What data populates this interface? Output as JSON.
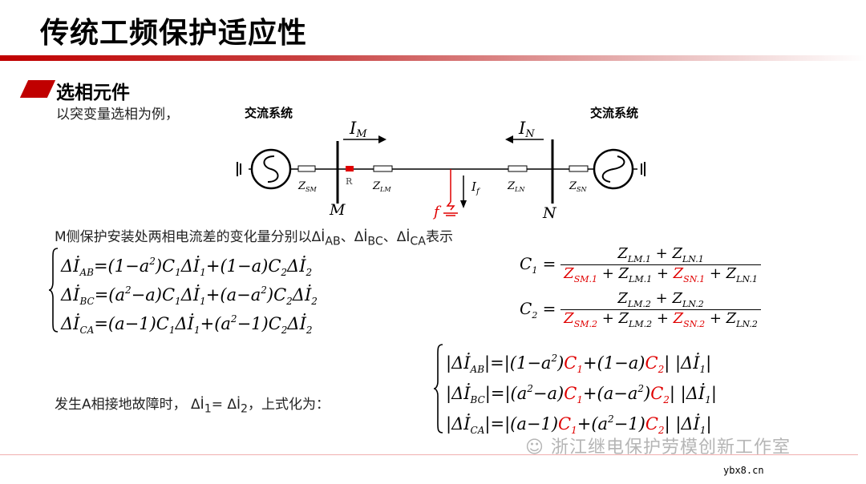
{
  "title": "传统工频保护适应性",
  "section_title": "选相元件",
  "intro": "以突变量选相为例，",
  "diagram": {
    "system_left": "交流系统",
    "system_right": "交流系统",
    "IM": "I",
    "IM_sub": "M",
    "IN": "I",
    "IN_sub": "N",
    "If": "I",
    "If_sub": "f",
    "ZSM": "Z",
    "ZSM_sub": "SM",
    "ZLM": "Z",
    "ZLM_sub": "LM",
    "ZLN": "Z",
    "ZLN_sub": "LN",
    "ZSN": "Z",
    "ZSN_sub": "SN",
    "R": "R",
    "M": "M",
    "N": "N",
    "f": "f",
    "colors": {
      "fault": "#e00000",
      "relay": "#e00000"
    }
  },
  "m_side_text": [
    [
      "M侧保护安装处两相电流差的变化量分别以Δİ",
      "n"
    ],
    [
      "AB",
      "sub"
    ],
    [
      "、Δİ",
      "n"
    ],
    [
      "BC",
      "sub"
    ],
    [
      "、Δİ",
      "n"
    ],
    [
      "CA",
      "sub"
    ],
    [
      "表示",
      "n"
    ]
  ],
  "equations_left": [
    [
      [
        "Δİ",
        "n"
      ],
      [
        "AB",
        "sub"
      ],
      [
        "=(1−a",
        "n"
      ],
      [
        "2",
        "sup"
      ],
      [
        ")C",
        "n"
      ],
      [
        "1",
        "sub"
      ],
      [
        "Δİ",
        "n"
      ],
      [
        "1",
        "sub"
      ],
      [
        "+(1−a)C",
        "n"
      ],
      [
        "2",
        "sub"
      ],
      [
        "Δİ",
        "n"
      ],
      [
        "2",
        "sub"
      ]
    ],
    [
      [
        "Δİ",
        "n"
      ],
      [
        "BC",
        "sub"
      ],
      [
        "=(a",
        "n"
      ],
      [
        "2",
        "sup"
      ],
      [
        "−a)C",
        "n"
      ],
      [
        "1",
        "sub"
      ],
      [
        "Δİ",
        "n"
      ],
      [
        "1",
        "sub"
      ],
      [
        "+(a−a",
        "n"
      ],
      [
        "2",
        "sup"
      ],
      [
        ")C",
        "n"
      ],
      [
        "2",
        "sub"
      ],
      [
        "Δİ",
        "n"
      ],
      [
        "2",
        "sub"
      ]
    ],
    [
      [
        "Δİ",
        "n"
      ],
      [
        "CA",
        "sub"
      ],
      [
        "=(a−1)C",
        "n"
      ],
      [
        "1",
        "sub"
      ],
      [
        "Δİ",
        "n"
      ],
      [
        "1",
        "sub"
      ],
      [
        "+(a",
        "n"
      ],
      [
        "2",
        "sup"
      ],
      [
        "−1)C",
        "n"
      ],
      [
        "2",
        "sub"
      ],
      [
        "Δİ",
        "n"
      ],
      [
        "2",
        "sub"
      ]
    ]
  ],
  "c1": {
    "lhs": [
      [
        "C",
        "n"
      ],
      [
        "1",
        "sub"
      ],
      [
        " =",
        "n"
      ]
    ],
    "num": [
      [
        "Z",
        "n"
      ],
      [
        "LM.1",
        "sub"
      ],
      [
        " + Z",
        "n"
      ],
      [
        "LN.1",
        "sub"
      ]
    ],
    "den": [
      [
        "Z",
        "r"
      ],
      [
        "SM.1",
        "rsub"
      ],
      [
        " + Z",
        "n"
      ],
      [
        "LM.1",
        "sub"
      ],
      [
        " + ",
        "n"
      ],
      [
        "Z",
        "r"
      ],
      [
        "SN.1",
        "rsub"
      ],
      [
        " + Z",
        "n"
      ],
      [
        "LN.1",
        "sub"
      ]
    ]
  },
  "c2": {
    "lhs": [
      [
        "C",
        "n"
      ],
      [
        "2",
        "sub"
      ],
      [
        " =",
        "n"
      ]
    ],
    "num": [
      [
        "Z",
        "n"
      ],
      [
        "LM.2",
        "sub"
      ],
      [
        " + Z",
        "n"
      ],
      [
        "LN.2",
        "sub"
      ]
    ],
    "den": [
      [
        "Z",
        "r"
      ],
      [
        "SM.2",
        "rsub"
      ],
      [
        " + Z",
        "n"
      ],
      [
        "LM.2",
        "sub"
      ],
      [
        " + ",
        "n"
      ],
      [
        "Z",
        "r"
      ],
      [
        "SN.2",
        "rsub"
      ],
      [
        " + Z",
        "n"
      ],
      [
        "LN.2",
        "sub"
      ]
    ]
  },
  "fault_text": [
    [
      "发生A相接地故障时， Δİ",
      "n"
    ],
    [
      "1",
      "sub"
    ],
    [
      "= Δİ",
      "n"
    ],
    [
      "2",
      "sub"
    ],
    [
      "，上式化为：",
      "n"
    ]
  ],
  "equations_right": [
    [
      [
        "|Δİ",
        "n"
      ],
      [
        "AB",
        "sub"
      ],
      [
        "|=|(1−a",
        "n"
      ],
      [
        "2",
        "sup"
      ],
      [
        ")",
        "n"
      ],
      [
        "C",
        "r"
      ],
      [
        "1",
        "rsub"
      ],
      [
        "+(1−a)",
        "n"
      ],
      [
        "C",
        "r"
      ],
      [
        "2",
        "rsub"
      ],
      [
        "| |Δİ",
        "n"
      ],
      [
        "1",
        "sub"
      ],
      [
        "|",
        "n"
      ]
    ],
    [
      [
        "|Δİ",
        "n"
      ],
      [
        "BC",
        "sub"
      ],
      [
        "|=|(a",
        "n"
      ],
      [
        "2",
        "sup"
      ],
      [
        "−a)",
        "n"
      ],
      [
        "C",
        "r"
      ],
      [
        "1",
        "rsub"
      ],
      [
        "+(a−a",
        "n"
      ],
      [
        "2",
        "sup"
      ],
      [
        ")",
        "n"
      ],
      [
        "C",
        "r"
      ],
      [
        "2",
        "rsub"
      ],
      [
        "| |Δİ",
        "n"
      ],
      [
        "1",
        "sub"
      ],
      [
        "|",
        "n"
      ]
    ],
    [
      [
        "|Δİ",
        "n"
      ],
      [
        "CA",
        "sub"
      ],
      [
        "|=|(a−1)",
        "n"
      ],
      [
        "C",
        "r"
      ],
      [
        "1",
        "rsub"
      ],
      [
        "+(a",
        "n"
      ],
      [
        "2",
        "sup"
      ],
      [
        "−1)",
        "n"
      ],
      [
        "C",
        "r"
      ],
      [
        "2",
        "rsub"
      ],
      [
        "| |Δİ",
        "n"
      ],
      [
        "1",
        "sub"
      ],
      [
        "|",
        "n"
      ]
    ]
  ],
  "watermark": "浙江继电保护劳模创新工作室",
  "site": "ybx8.cn",
  "colors": {
    "accent": "#c00000",
    "highlight": "#e00000"
  }
}
